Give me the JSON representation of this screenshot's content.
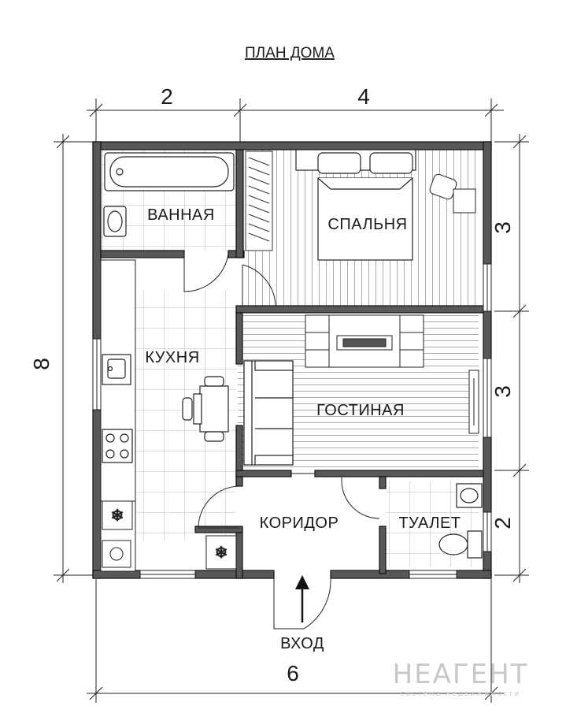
{
  "title": "ПЛАН ДОМА",
  "dimensions": {
    "top_left": "2",
    "top_right": "4",
    "left": "8",
    "right_top": "3",
    "right_middle": "3",
    "right_bottom": "2",
    "bottom": "6"
  },
  "rooms": {
    "bathroom": "ВАННАЯ",
    "bedroom": "СПАЛЬНЯ",
    "kitchen": "КУХНЯ",
    "living_room": "ГОСТИНАЯ",
    "corridor": "КОРИДОР",
    "toilet": "ТУАЛЕТ",
    "entrance": "ВХОД"
  },
  "watermark": {
    "brand": "НЕАГЕНТ",
    "tagline": "система недвижимости"
  },
  "colors": {
    "wall_fill": "#585858",
    "wall_stroke": "#111111",
    "line": "#222222"
  }
}
